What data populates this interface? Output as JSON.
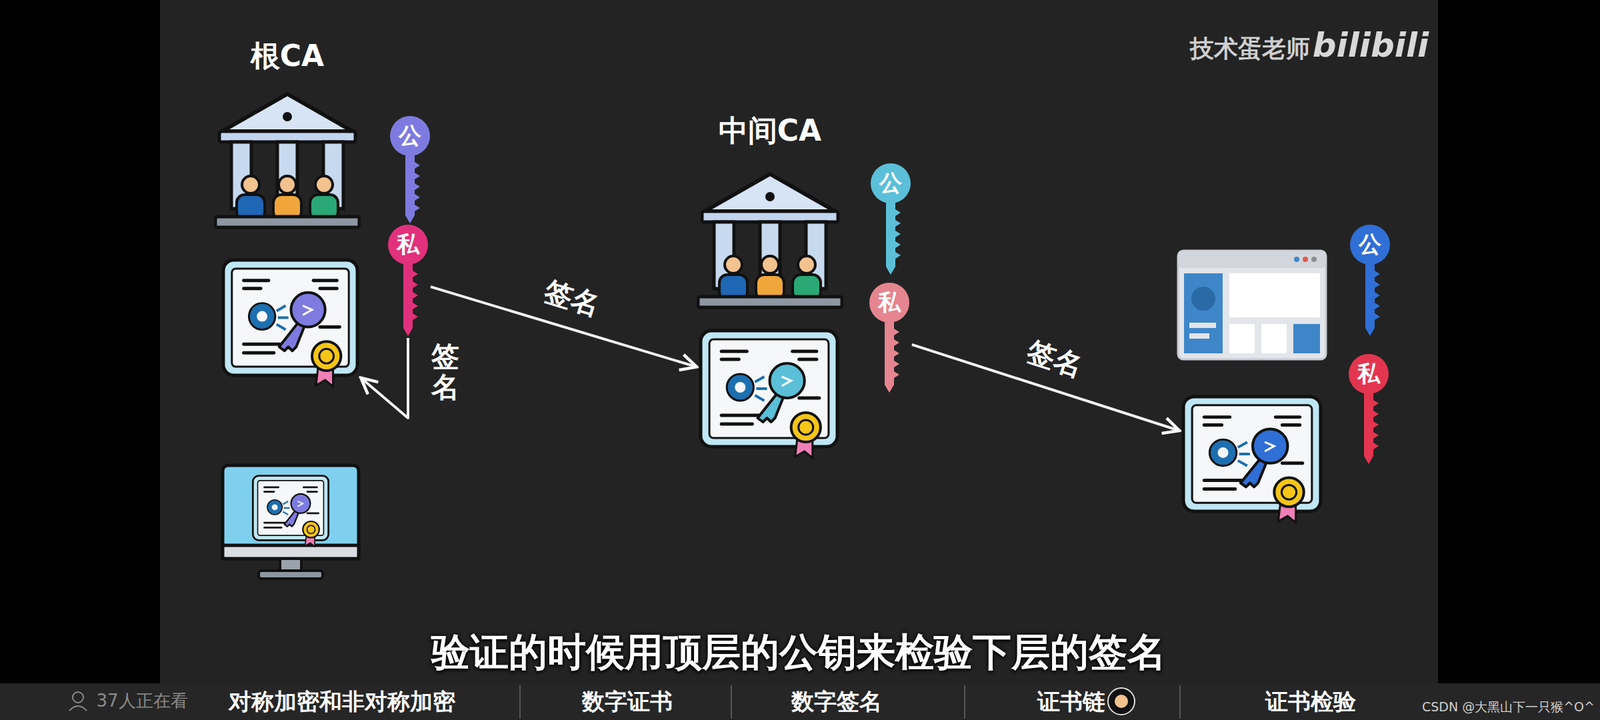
{
  "diagram": {
    "nodes": [
      {
        "text": [
          "公"
        ]
      },
      {
        "text": [
          "私"
        ]
      },
      {
        "text": []
      },
      {
        "text": [
          "公"
        ]
      },
      {
        "text": [
          "私"
        ]
      },
      {
        "text": []
      },
      {
        "text": [
          "公"
        ]
      },
      {
        "text": [
          "私"
        ]
      },
      {
        "text": []
      }
    ],
    "edges": [
      {
        "from": 1,
        "to": 2,
        "arrow": "to",
        "label": "签名"
      },
      {
        "from": 1,
        "to": 5,
        "arrow": "to",
        "label": "签名"
      },
      {
        "from": 4,
        "to": 8,
        "arrow": "to",
        "label": "签名"
      }
    ],
    "labels": [
      "根CA",
      "中间CA",
      "技术蛋老师",
      "bilibili",
      "验证的时候用顶层的公钥来检验下层的签名",
      "37人正在看",
      "对称加密和非对称加密",
      "数字证书",
      "数字签名",
      "证书链",
      "证书检验",
      "CSDN @大黑山下一只猴^O^"
    ]
  }
}
